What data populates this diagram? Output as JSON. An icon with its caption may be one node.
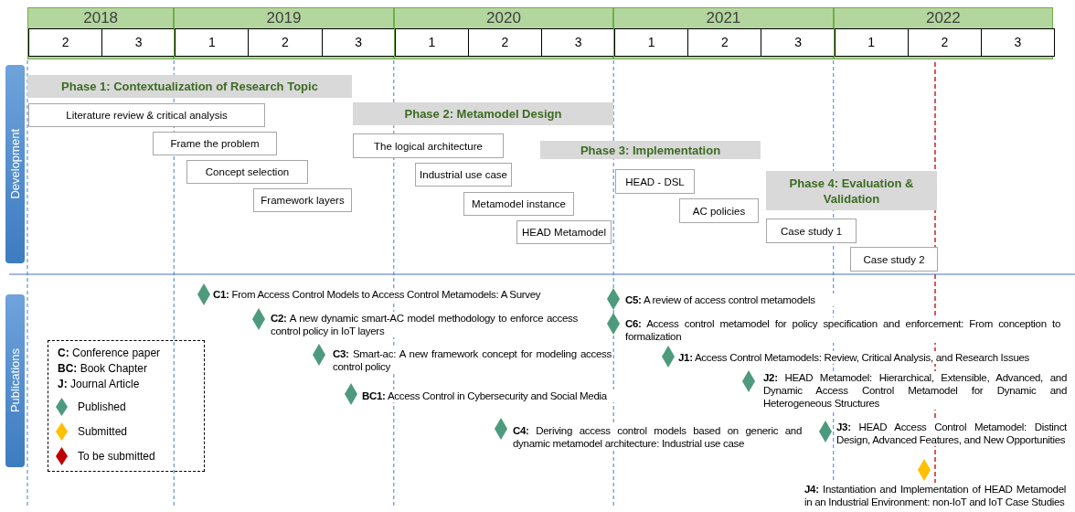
{
  "diagram": {
    "nodes": [
      {
        "text": [
          "2018"
        ]
      },
      {
        "text": [
          "2"
        ],
        "in": 0
      },
      {
        "text": [
          "3"
        ],
        "in": 0
      },
      {
        "text": [
          "2019"
        ]
      },
      {
        "text": [
          "1"
        ],
        "in": 3
      },
      {
        "text": [
          "2"
        ],
        "in": 3
      },
      {
        "text": [
          "3"
        ],
        "in": 3
      },
      {
        "text": [
          "2020"
        ]
      },
      {
        "text": [
          "1"
        ],
        "in": 7
      },
      {
        "text": [
          "2"
        ],
        "in": 7
      },
      {
        "text": [
          "3"
        ],
        "in": 7
      },
      {
        "text": [
          "2021"
        ]
      },
      {
        "text": [
          "1"
        ],
        "in": 11
      },
      {
        "text": [
          "2"
        ],
        "in": 11
      },
      {
        "text": [
          "3"
        ],
        "in": 11
      },
      {
        "text": [
          "2022"
        ]
      },
      {
        "text": [
          "1"
        ],
        "in": 15
      },
      {
        "text": [
          "2"
        ],
        "in": 15
      },
      {
        "text": [
          "3"
        ],
        "in": 15
      },
      {
        "text": [
          "Development"
        ]
      },
      {
        "text": [
          "Phase 1: Contextualization of Research Topic"
        ]
      },
      {
        "text": [
          "Literature review & critical analysis"
        ]
      },
      {
        "text": [
          "Frame the problem"
        ]
      },
      {
        "text": [
          "Concept selection"
        ]
      },
      {
        "text": [
          "Framework layers"
        ]
      },
      {
        "text": [
          "Phase 2: Metamodel Design"
        ]
      },
      {
        "text": [
          "The logical architecture"
        ]
      },
      {
        "text": [
          "Industrial use case"
        ]
      },
      {
        "text": [
          "Metamodel instance"
        ]
      },
      {
        "text": [
          "HEAD Metamodel"
        ]
      },
      {
        "text": [
          "Phase 3: Implementation"
        ]
      },
      {
        "text": [
          "HEAD - DSL"
        ]
      },
      {
        "text": [
          "AC policies"
        ]
      },
      {
        "text": [
          "Phase 4: Evaluation & Validation"
        ]
      },
      {
        "text": [
          "Case study 1"
        ]
      },
      {
        "text": [
          "Case study 2"
        ]
      },
      {
        "text": [
          "Publications"
        ]
      },
      {
        "text": [],
        "shape": "diamond",
        "beside": [
          "**C1:** From Access Control Models to Access Control Metamodels: A Survey"
        ]
      },
      {
        "text": [],
        "shape": "diamond",
        "beside": [
          "**C2:** A new dynamic smart-AC model methodology to enforce access control policy in IoT layers"
        ]
      },
      {
        "text": [],
        "shape": "diamond",
        "beside": [
          "**C3:** Smart-ac: A new framework concept for modeling access control policy"
        ]
      },
      {
        "text": [],
        "shape": "diamond",
        "beside": [
          "**BC1:** Access Control in Cybersecurity and Social Media"
        ]
      },
      {
        "text": [],
        "shape": "diamond",
        "beside": [
          "**C4:** Deriving access control models based on generic and dynamic metamodel architecture: Industrial use case"
        ]
      },
      {
        "text": [],
        "shape": "diamond",
        "beside": [
          "**C5:** A review of access control metamodels"
        ]
      },
      {
        "text": [],
        "shape": "diamond",
        "beside": [
          "**C6:** Access control metamodel for policy specification and enforcement: From conception to formalization"
        ]
      },
      {
        "text": [],
        "shape": "diamond",
        "beside": [
          "**J1:** Access Control Metamodels: Review, Critical Analysis, and Research Issues"
        ]
      },
      {
        "text": [],
        "shape": "diamond",
        "beside": [
          "**J2:** HEAD Metamodel: Hierarchical, Extensible, Advanced, and Dynamic Access Control Metamodel for Dynamic and Heterogeneous Structures"
        ]
      },
      {
        "text": [],
        "shape": "diamond",
        "beside": [
          "**J3:** HEAD Access Control Metamodel: Distinct Design, Advanced Features, and New Opportunities"
        ]
      },
      {
        "text": [],
        "shape": "diamond",
        "beside": [
          "**J4:** Instantiation and Implementation of HEAD Metamodel in an Industrial Environment: non-IoT and IoT Case Studies"
        ]
      }
    ],
    "legend": [
      {
        "text": "**C:** Conference paper"
      },
      {
        "text": "**BC:** Book Chapter"
      },
      {
        "text": "**J:** Journal Article"
      },
      {
        "text": "Published",
        "color": "#4e9a7e"
      },
      {
        "text": "Submitted",
        "color": "#ffc000"
      },
      {
        "text": "To be submitted",
        "color": "#c00000"
      }
    ]
  }
}
